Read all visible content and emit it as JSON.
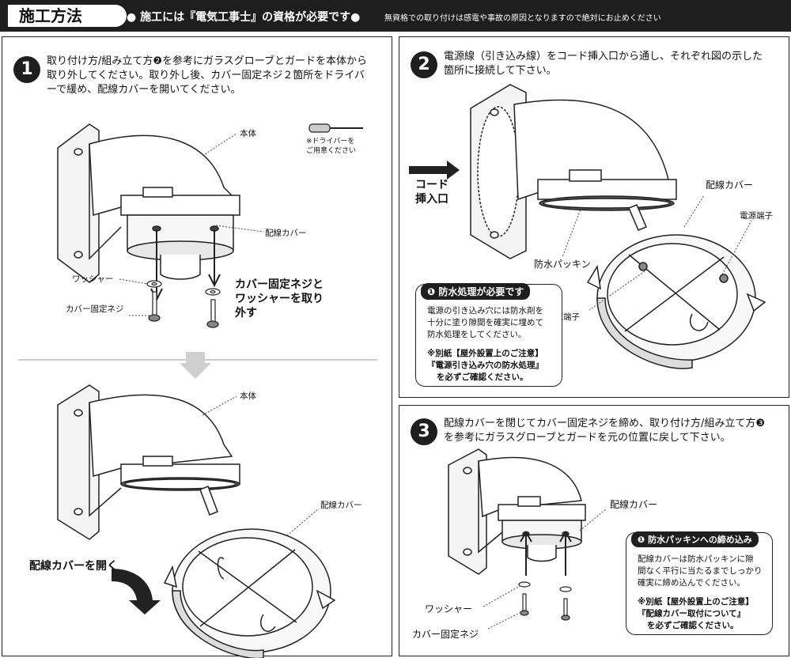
{
  "header": {
    "title": "施工方法",
    "main": "● 施工には『電気工事士』の資格が必要です●",
    "sub": "無資格での取り付けは感電や事故の原因となりますので絶対にお止めください"
  },
  "step1": {
    "number": "1",
    "text_lines": [
      "取り付け方/組み立て方❷を参考にガラスグローブとガードを本体から",
      "取り外してください。取り外し後、カバー固定ネジ２箇所をドライバ",
      "ーで緩め、配線カバーを開いてください。"
    ],
    "labels": {
      "body": "本体",
      "screwdriver_note_1": "※ドライバーを",
      "screwdriver_note_2": "ご用意ください",
      "wiring_cover": "配線カバー",
      "washer": "ワッシャー",
      "cover_screw": "カバー固定ネジ",
      "remove_note_1": "カバー固定ネジと",
      "remove_note_2": "ワッシャーを取り",
      "remove_note_3": "外す",
      "body_2": "本体",
      "wiring_cover_2": "配線カバー",
      "open_cover": "配線カバーを開く"
    }
  },
  "step2": {
    "number": "2",
    "text_lines": [
      "電源線（引き込み線）をコード挿入口から通し、それぞれ図の示した",
      "箇所に接続して下さい。"
    ],
    "labels": {
      "cord_inlet_1": "コード",
      "cord_inlet_2": "挿入口",
      "wiring_cover": "配線カバー",
      "terminal_top": "電源端子",
      "packing": "防水パッキン",
      "terminal_bottom": "電源端子"
    },
    "note": {
      "title": "❶ 防水処理が必要です",
      "body": [
        "電源の引き込み穴には防水剤を",
        "十分に塗り隙間を確実に埋めて",
        "防水処理をしてください。"
      ],
      "ref": [
        "※別紙【屋外設置上のご注意】",
        "『電源引き込み穴の防水処理』",
        "を必ずご確認ください。"
      ]
    }
  },
  "step3": {
    "number": "3",
    "text_lines": [
      "配線カバーを閉じてカバー固定ネジを締め、取り付け方/組み立て方❸",
      "を参考にガラスグローブとガードを元の位置に戻して下さい。"
    ],
    "labels": {
      "wiring_cover": "配線カバー",
      "washer": "ワッシャー",
      "cover_screw": "カバー固定ネジ"
    },
    "note": {
      "title": "❶ 防水パッキンへの締め込み",
      "body": [
        "配線カバーは防水パッキンに隙",
        "間なく平行に当たるまでしっかり",
        "確実に締め込んでください。"
      ],
      "ref": [
        "※別紙【屋外設置上のご注意】",
        "『配線カバー取付について』",
        "を必ずご確認ください。"
      ]
    }
  }
}
